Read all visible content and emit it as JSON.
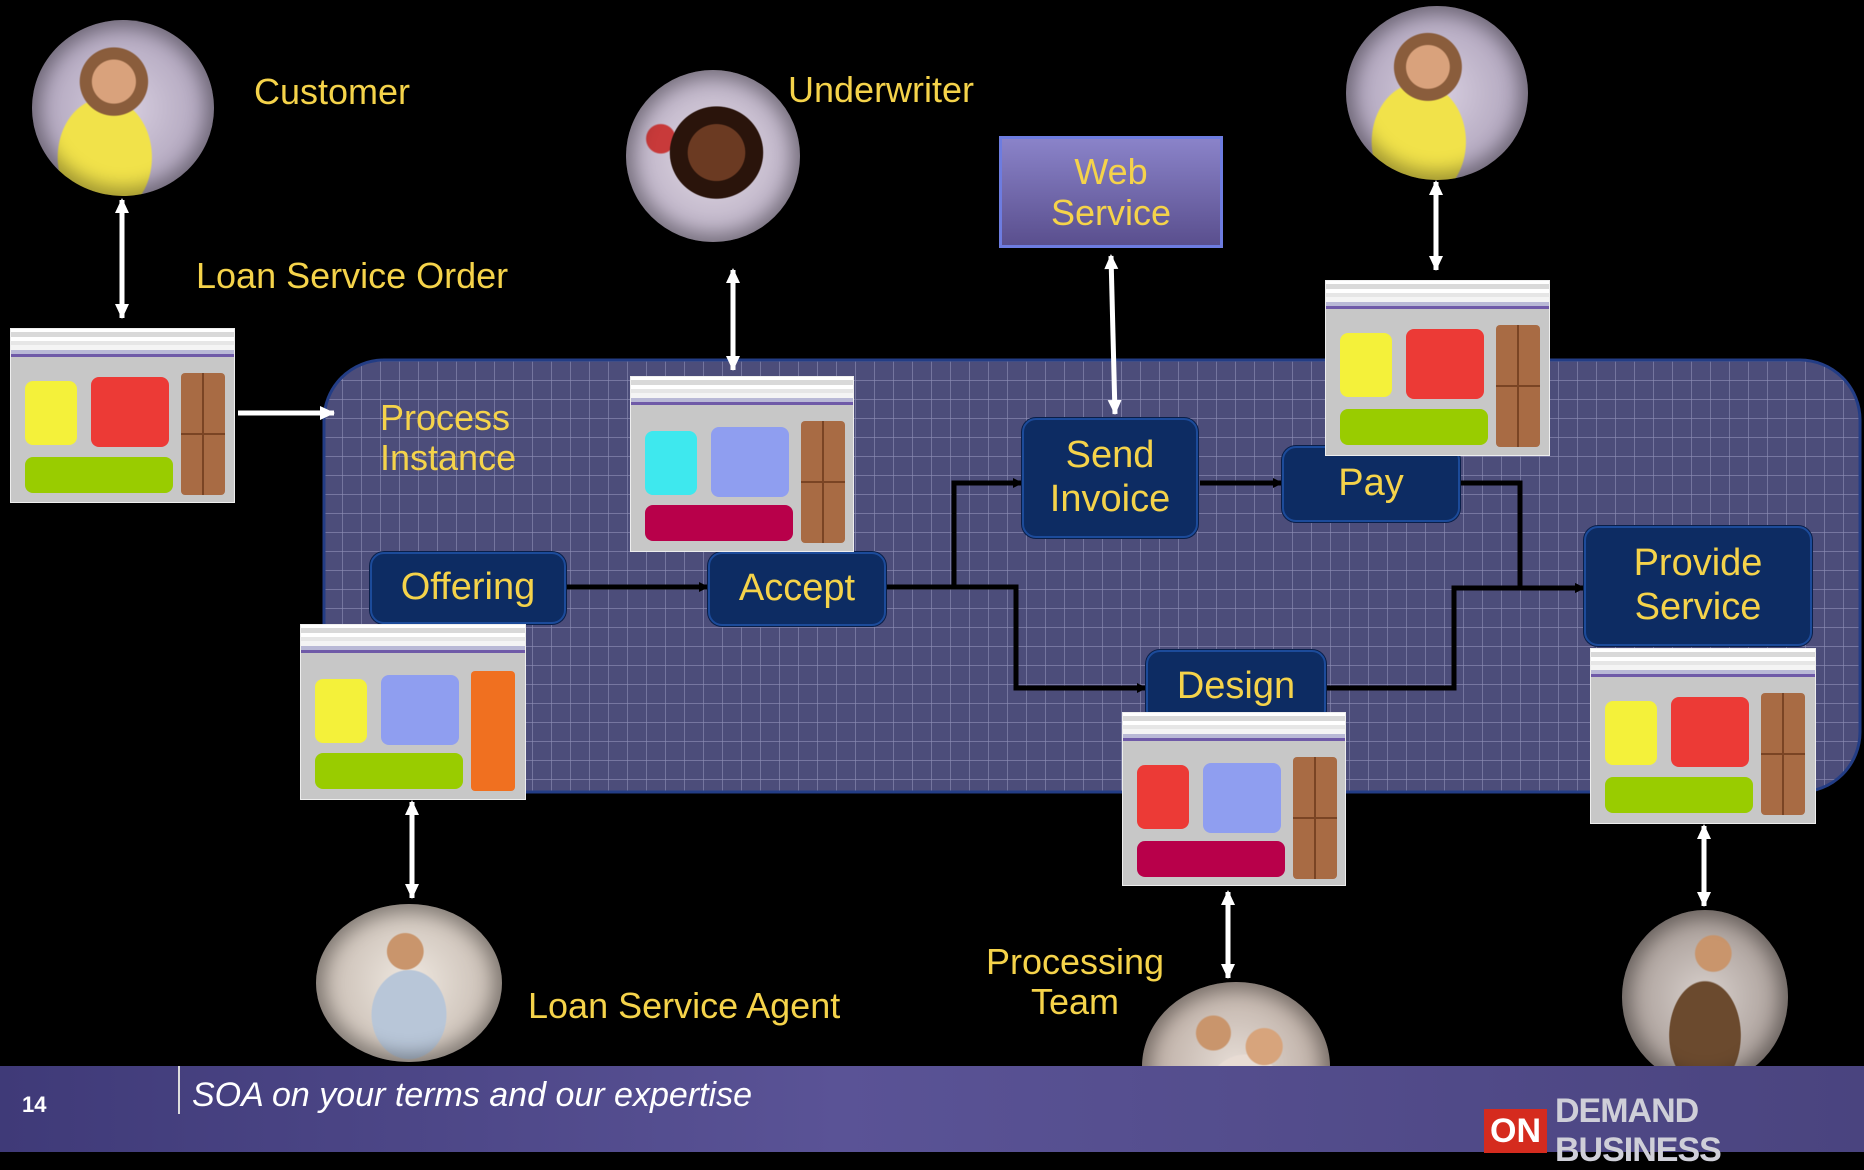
{
  "actors": {
    "customer": "Customer",
    "underwriter": "Underwriter",
    "loan_service_order": "Loan Service Order",
    "process_instance": "Process Instance",
    "loan_service_agent": "Loan Service Agent",
    "processing_team": "Processing Team"
  },
  "services": {
    "web_service": "Web Service"
  },
  "steps": {
    "offering": "Offering",
    "accept": "Accept",
    "send_invoice": "Send Invoice",
    "pay": "Pay",
    "design": "Design",
    "provide_service": "Provide Service"
  },
  "footer": {
    "page_number": "14",
    "tagline": "SOA on your terms and our expertise",
    "logo_on": "ON",
    "logo_rest": "DEMAND BUSINESS"
  },
  "colors": {
    "label_yellow": "#f5d34a",
    "process_box": "#0d2c63",
    "process_area": "#4c4d7a",
    "footer": "#4f4a8a",
    "brand_red": "#d52b1e"
  }
}
